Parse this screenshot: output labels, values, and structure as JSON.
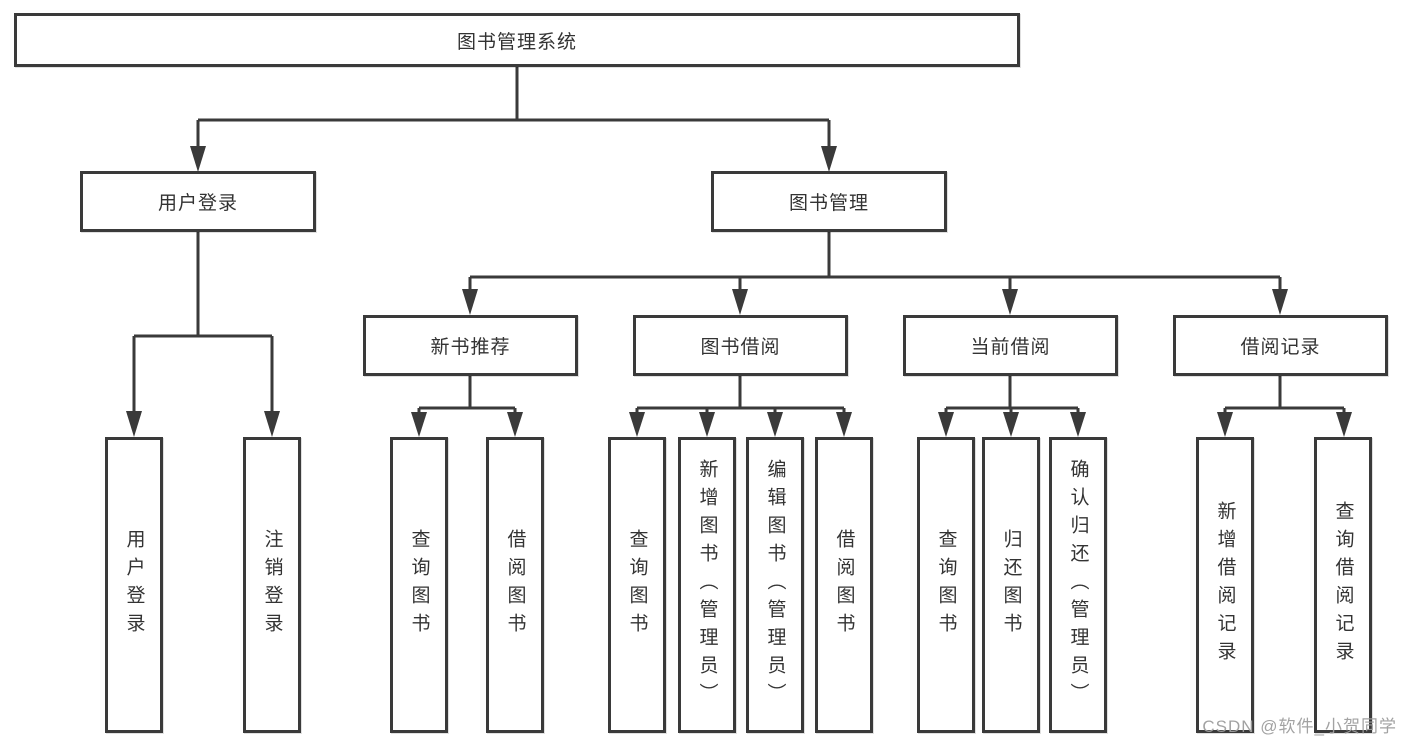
{
  "diagram": {
    "root": {
      "label": "图书管理系统"
    },
    "level2": [
      {
        "id": "user_login",
        "label": "用户登录"
      },
      {
        "id": "book_mgmt",
        "label": "图书管理"
      }
    ],
    "level3": [
      {
        "id": "new_book",
        "label": "新书推荐"
      },
      {
        "id": "book_borrow",
        "label": "图书借阅"
      },
      {
        "id": "current_borrow",
        "label": "当前借阅"
      },
      {
        "id": "borrow_record",
        "label": "借阅记录"
      }
    ],
    "leaves": {
      "user_login": [
        "用户登录",
        "注销登录"
      ],
      "new_book": [
        "查询图书",
        "借阅图书"
      ],
      "book_borrow": [
        "查询图书",
        "新增图书（管理员）",
        "编辑图书（管理员）",
        "借阅图书"
      ],
      "current_borrow": [
        "查询图书",
        "归还图书",
        "确认归还（管理员）"
      ],
      "borrow_record": [
        "新增借阅记录",
        "查询借阅记录"
      ]
    }
  },
  "watermark": {
    "text": "CSDN @软件_小贺同学"
  },
  "colors": {
    "line": "#3a3a3a",
    "text": "#333333",
    "watermark": "#9e9e9e",
    "background": "#ffffff"
  }
}
